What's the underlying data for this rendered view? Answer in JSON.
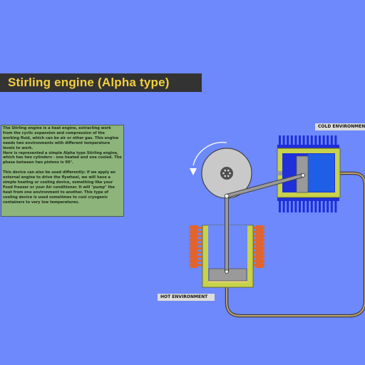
{
  "title": "Stirling engine  (Alpha type)",
  "description": [
    "The Stirling engine is a heat engine, extracting work from the cyclic expansion and compression of the working fluid, which can be air or other gas. This engine needs two environments with different temperature levels to work.\nHere is represented a simple Alpha type Stirling engine, which has two cylinders - one heated and one cooled. The phase between two pistons is 90°.",
    "This device can also be used differently: if we apply an external engine to drive the flywheel, we will have a simple heating or cooling device, something like your Food freezer or your Air conditioner. It will \"pump\" the heat from one environment to another. This type of cooling device is used sometimes to cool cryogenic containers to very low temperatures."
  ],
  "labels": {
    "cold": "COLD ENVIRONMENT",
    "hot": "HOT ENVIRONMENT"
  },
  "colors": {
    "background": "#6d89fb",
    "title_bg": "#333333",
    "title_text": "#f2cf3e",
    "description_bg": "#8db47b",
    "cold_fins": "#1f2fd9",
    "hot_fins": "#e0642d",
    "cylinder_wall": "#c8d24a",
    "cold_gas": "#1f5ee6",
    "hot_gas": "#f2d98a",
    "piston": "#9a9a9a",
    "rod": "#9a9a9a",
    "flywheel": "#c9c9c9",
    "pipe": "#c0a070"
  }
}
